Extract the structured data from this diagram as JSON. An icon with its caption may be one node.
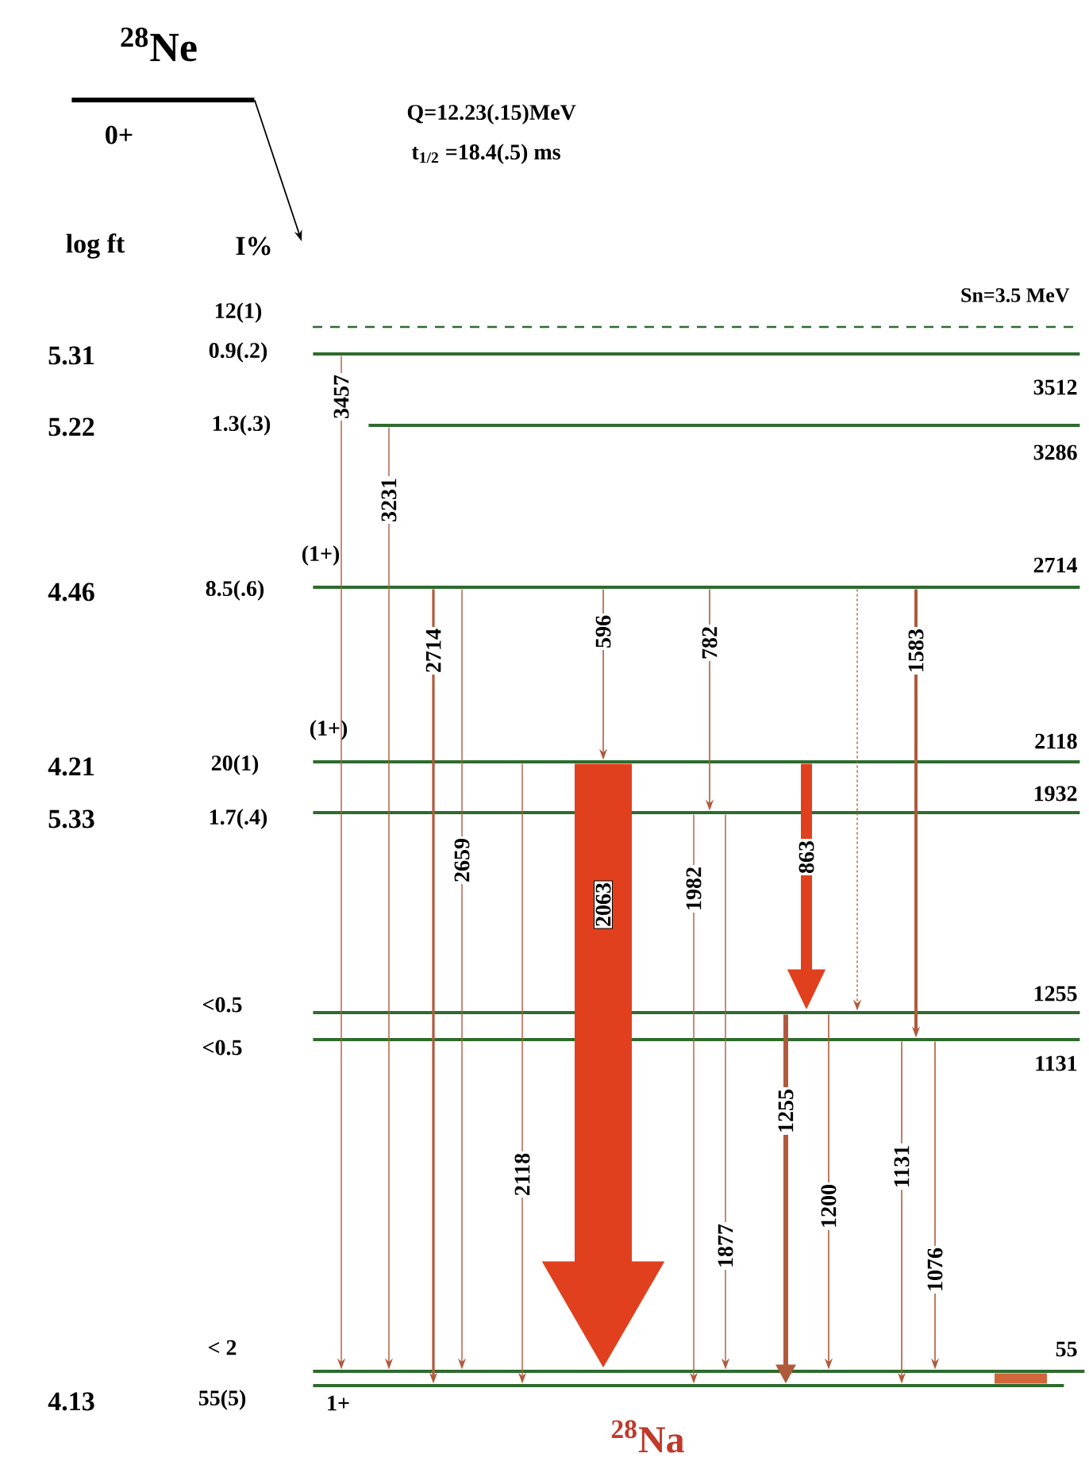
{
  "diagram": {
    "nodes": [
      {
        "text": [
          "$^{28}$Ne",
          "0+"
        ]
      },
      {
        "text": [
          "12(1)",
          "Sn=3.5 MeV"
        ]
      },
      {
        "text": [
          "3512"
        ]
      },
      {
        "text": [
          "3286"
        ]
      },
      {
        "text": [
          "2714",
          "(1+)"
        ]
      },
      {
        "text": [
          "2118",
          "(1+)"
        ]
      },
      {
        "text": [
          "1932"
        ]
      },
      {
        "text": [
          "1255"
        ]
      },
      {
        "text": [
          "1131"
        ]
      },
      {
        "text": [
          "55"
        ]
      },
      {
        "text": [
          "1+"
        ]
      }
    ],
    "edges": [
      {
        "from": 0,
        "to": null,
        "arrow": "to",
        "color": "#000000"
      },
      {
        "from": 2,
        "to": 9,
        "arrow": "to",
        "label": "3457"
      },
      {
        "from": 3,
        "to": 9,
        "arrow": "to",
        "label": "3231"
      },
      {
        "from": 4,
        "to": 10,
        "arrow": "to",
        "label": "2714"
      },
      {
        "from": 4,
        "to": 9,
        "arrow": "to",
        "label": "2659"
      },
      {
        "from": 4,
        "to": 5,
        "arrow": "to",
        "label": "596"
      },
      {
        "from": 4,
        "to": 6,
        "arrow": "to",
        "label": "782"
      },
      {
        "from": 4,
        "to": 7,
        "arrow": "to",
        "style": "dashed"
      },
      {
        "from": 4,
        "to": 8,
        "arrow": "to",
        "label": "1583"
      },
      {
        "from": 5,
        "to": 10,
        "arrow": "to",
        "label": "2118"
      },
      {
        "from": 5,
        "to": 9,
        "arrow": "to",
        "label": "2063",
        "style": "thick",
        "color": "#e0401e"
      },
      {
        "from": 6,
        "to": 10,
        "arrow": "to",
        "label": "1982"
      },
      {
        "from": 6,
        "to": 9,
        "arrow": "to",
        "label": "1877"
      },
      {
        "from": 5,
        "to": 7,
        "arrow": "to",
        "label": "863",
        "style": "thick",
        "color": "#e0401e"
      },
      {
        "from": 7,
        "to": 10,
        "arrow": "to",
        "label": "1255",
        "style": "thick"
      },
      {
        "from": 7,
        "to": 9,
        "arrow": "to",
        "label": "1200"
      },
      {
        "from": 8,
        "to": 10,
        "arrow": "to",
        "label": "1131"
      },
      {
        "from": 8,
        "to": 9,
        "arrow": "to",
        "label": "1076"
      },
      {
        "from": 9,
        "to": 10,
        "arrow": "none",
        "style": "thick",
        "color": "#d0663a"
      }
    ],
    "labels": [
      "Q=12.23(.15)MeV",
      "t$_{1/2}$ =18.4(.5) ms",
      "log ft",
      "I%",
      "5.31",
      "0.9(.2)",
      "5.22",
      "1.3(.3)",
      "4.46",
      "8.5(.6)",
      "4.21",
      "20(1)",
      "5.33",
      "1.7(.4)",
      "<0.5",
      "<0.5",
      "< 2",
      "4.13",
      "55(5)",
      "$^{28}$Na"
    ]
  }
}
